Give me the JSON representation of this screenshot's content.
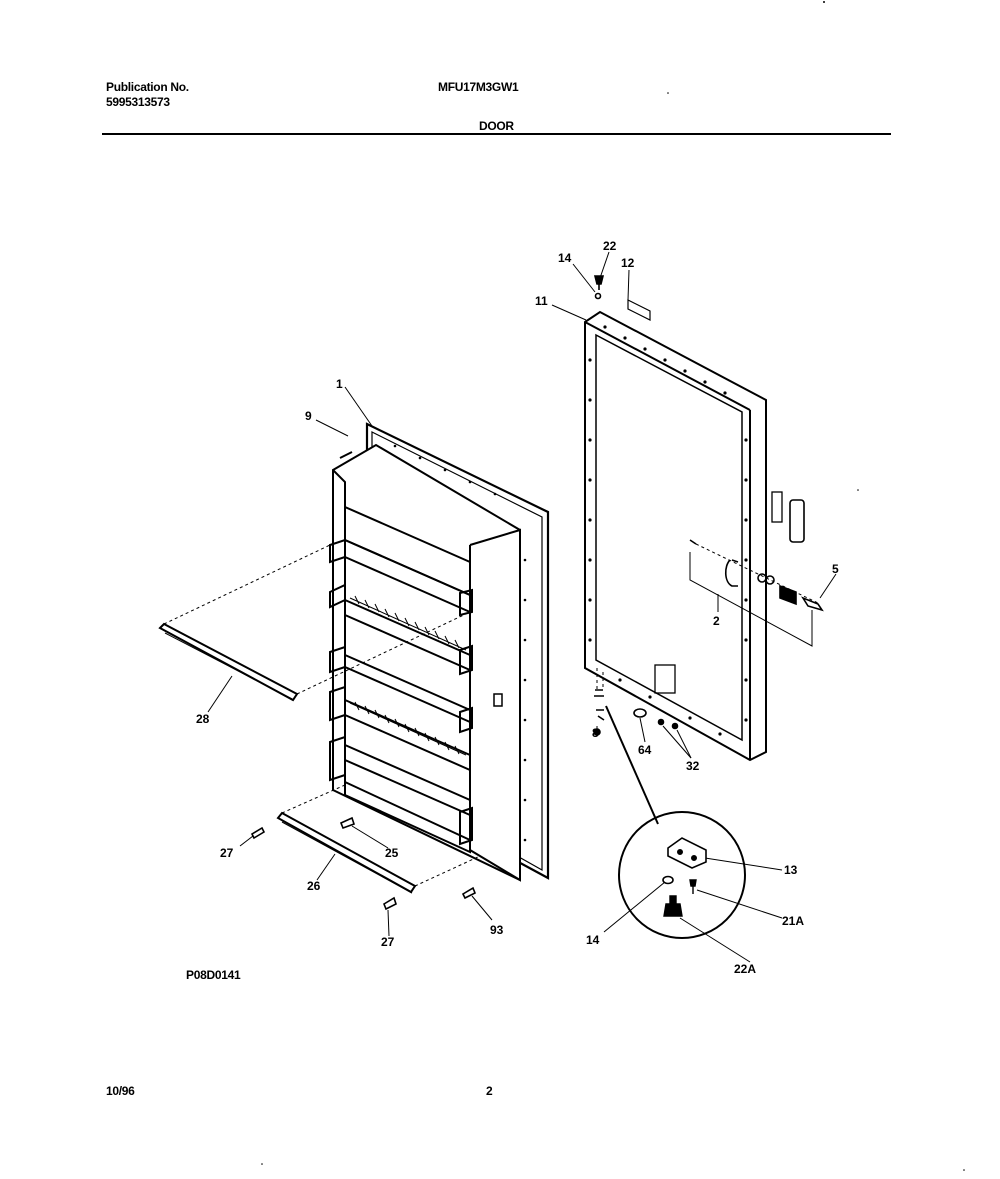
{
  "header": {
    "publication_label": "Publication No.",
    "publication_number": "5995313573",
    "model": "MFU17M3GW1",
    "section": "DOOR"
  },
  "figure_code": "P08D0141",
  "footer": {
    "date": "10/96",
    "page": "2"
  },
  "callouts": {
    "c1": "1",
    "c9": "9",
    "c11": "11",
    "c14_top": "14",
    "c22_top": "22",
    "c12": "12",
    "c5": "5",
    "c2": "2",
    "c28": "28",
    "c27_left": "27",
    "c25": "25",
    "c26": "26",
    "c27_bottom": "27",
    "c93": "93",
    "c8": "8",
    "c64": "64",
    "c32": "32",
    "c13": "13",
    "c21a": "21A",
    "c14_detail": "14",
    "c22a": "22A"
  }
}
